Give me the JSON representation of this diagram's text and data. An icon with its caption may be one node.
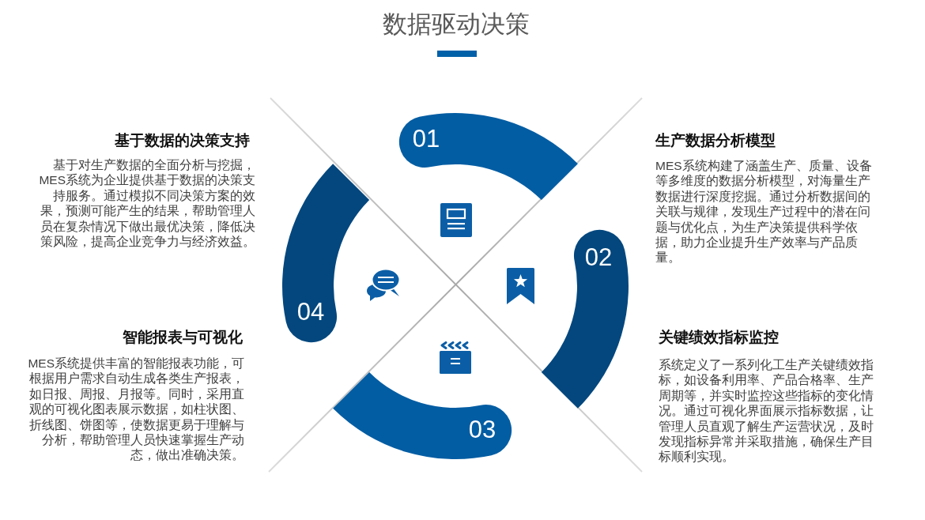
{
  "diagram": {
    "title": "数据驱动决策",
    "nodes": [
      {
        "text": [
          "01"
        ]
      },
      {
        "text": [
          "02"
        ]
      },
      {
        "text": [
          "03"
        ]
      },
      {
        "text": [
          "04"
        ]
      }
    ],
    "labels": [
      "基于数据的决策支持",
      "基于对生产数据的全面分析与挖掘，MES系统为企业提供基于数据的决策支持服务。通过模拟不同决策方案的效果，预测可能产生的结果，帮助管理人员在复杂情况下做出最优决策，降低决策风险，提高企业竞争力与经济效益。",
      "生产数据分析模型",
      "MES系统构建了涵盖生产、质量、设备等多维度的数据分析模型，对海量生产数据进行深度挖掘。通过分析数据间的关联与规律，发现生产过程中的潜在问题与优化点，为生产决策提供科学依据，助力企业提升生产效率与产品质量。",
      "智能报表与可视化",
      "MES系统提供丰富的智能报表功能，可根据用户需求自动生成各类生产报表，如日报、周报、月报等。同时，采用直观的可视化图表展示数据，如柱状图、折线图、饼图等，使数据更易于理解与分析，帮助管理人员快速掌握生产动态，做出准确决策。",
      "关键绩效指标监控",
      "系统定义了一系列化工生产关键绩效指标，如设备利用率、产品合格率、生产周期等，并实时监控这些指标的变化情况。通过可视化界面展示指标数据，让管理人员直观了解生产运营状况，及时发现指标异常并采取措施，确保生产目标顺利实现。"
    ]
  }
}
